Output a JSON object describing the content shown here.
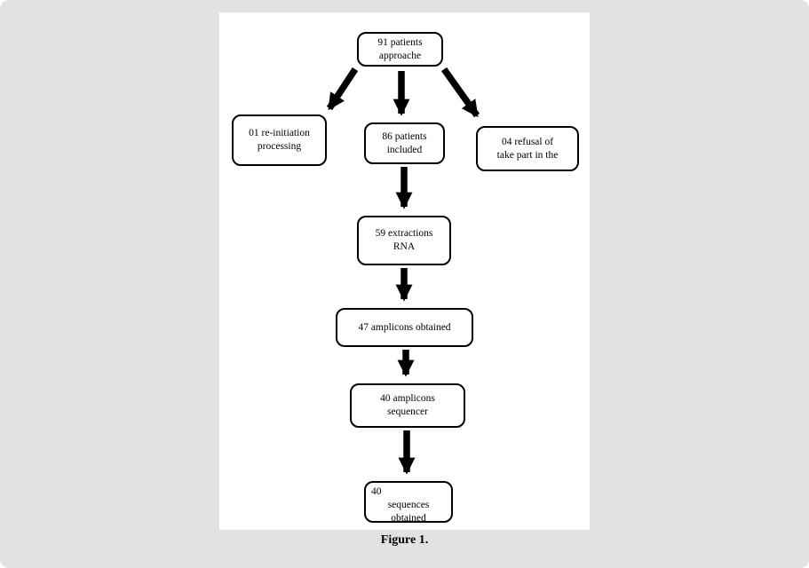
{
  "figure": {
    "caption": "Figure 1.",
    "type": "flowchart"
  },
  "colors": {
    "panel_background": "#e2e2e2",
    "page_background": "#ffffff",
    "ink": "#000000"
  },
  "flowchart": {
    "nodes": [
      {
        "id": "patients-approached",
        "lines": [
          "91 patients",
          "approache"
        ]
      },
      {
        "id": "reinitiation",
        "lines": [
          "01 re-initiation",
          "processing"
        ]
      },
      {
        "id": "patients-included",
        "lines": [
          "86 patients",
          "included"
        ]
      },
      {
        "id": "refusal",
        "lines": [
          "04 refusal of",
          "take part in the"
        ]
      },
      {
        "id": "rna-extractions",
        "lines": [
          "59 extractions",
          "RNA"
        ]
      },
      {
        "id": "amplicons-obtained",
        "lines": [
          "47 amplicons obtained"
        ]
      },
      {
        "id": "amplicons-sequenced",
        "lines": [
          "40 amplicons",
          "sequencer"
        ]
      },
      {
        "id": "sequences-obtained",
        "lines": [
          "40",
          "sequences",
          "obtained"
        ]
      }
    ],
    "edges": [
      {
        "from": "patients-approached",
        "to": "reinitiation"
      },
      {
        "from": "patients-approached",
        "to": "patients-included"
      },
      {
        "from": "patients-approached",
        "to": "refusal"
      },
      {
        "from": "patients-included",
        "to": "rna-extractions"
      },
      {
        "from": "rna-extractions",
        "to": "amplicons-obtained"
      },
      {
        "from": "amplicons-obtained",
        "to": "amplicons-sequenced"
      },
      {
        "from": "amplicons-sequenced",
        "to": "sequences-obtained"
      }
    ]
  }
}
